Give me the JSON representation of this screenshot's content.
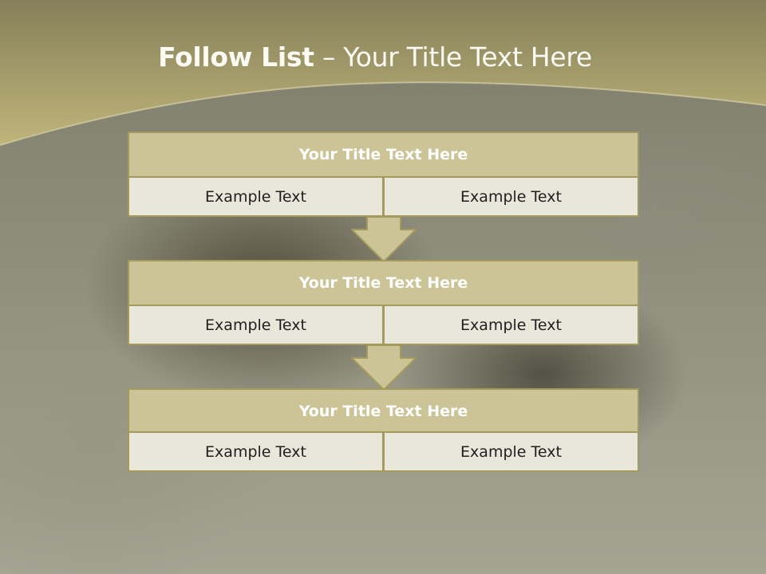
{
  "slide": {
    "title_bold": "Follow List",
    "title_rest": "– Your Title Text Here"
  },
  "steps": [
    {
      "title": "Your Title Text Here",
      "left_text": "Example Text",
      "right_text": "Example Text"
    },
    {
      "title": "Your Title Text Here",
      "left_text": "Example Text",
      "right_text": "Example Text"
    },
    {
      "title": "Your Title Text Here",
      "left_text": "Example Text",
      "right_text": "Example Text"
    }
  ],
  "colors": {
    "banner_top": "#85805a",
    "banner_bottom": "#bfb47a",
    "header_fill": "#ccc496",
    "cell_fill": "#e9e6da",
    "border": "#a59a5d"
  }
}
